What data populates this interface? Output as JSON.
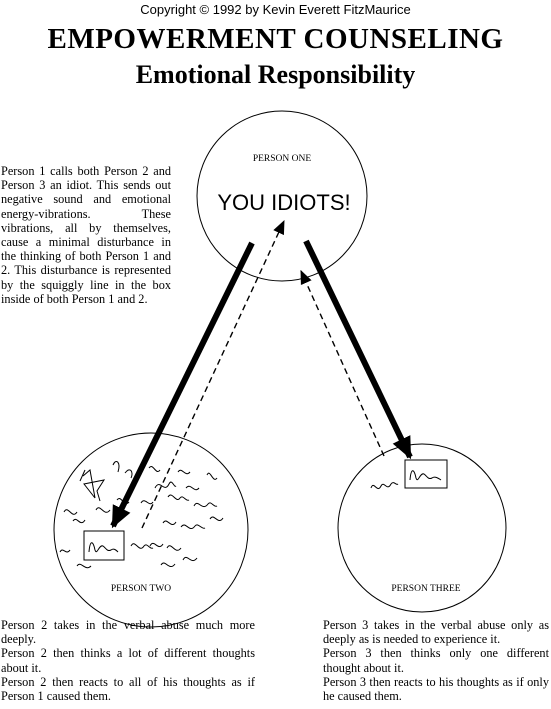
{
  "header": {
    "copyright": "Copyright © 1992 by Kevin Everett FitzMaurice",
    "title": "EMPOWERMENT  COUNSELING",
    "subtitle": "Emotional Responsibility"
  },
  "nodes": {
    "person_one": {
      "label": "PERSON ONE",
      "speech": "YOU IDIOTS!"
    },
    "person_two": {
      "label": "PERSON TWO"
    },
    "person_three": {
      "label": "PERSON THREE"
    }
  },
  "intro_text": "Person 1 calls both Person 2 and Person 3 an idiot. This sends out negative sound and emotional energy-vibrations. These vibrations, all by themselves, cause a minimal disturbance in the thinking of both Person 1 and 2. This disturbance is represented by the squiggly line in the box inside of both Person 1 and 2.",
  "person_two_text": [
    "Person 2 takes in the verbal abuse much more deeply.",
    "Person 2 then thinks a lot of different thoughts about it.",
    "Person 2 then reacts to all of his thoughts as if Person 1 caused them."
  ],
  "person_three_text": [
    "Person 3 takes in the verbal abuse only as deeply as is needed to experience it.",
    "Person 3 then thinks only one different thought about it.",
    "Person 3 then reacts to his thoughts as if only he caused them."
  ]
}
